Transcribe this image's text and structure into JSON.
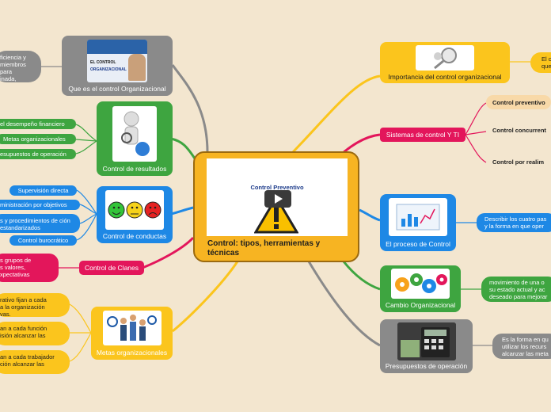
{
  "center": {
    "title": "Control: tipos, herramientas y técnicas",
    "video_title": "Control Preventivo"
  },
  "colors": {
    "background": "#f3e6cf",
    "center": "#f7b422",
    "gray": "#8a8a8a",
    "green": "#3ea540",
    "blue": "#1e88e5",
    "crimson": "#e3165b",
    "yellow": "#fbc51d",
    "peach": "#f8d9a8"
  },
  "left": {
    "que_es": {
      "label": "Que es el control Organizacional",
      "image_text": [
        "EL CONTROL",
        "ORGANIZACIONAL"
      ],
      "leaf": [
        "ficiencia y",
        "miembros",
        "para",
        "inada,"
      ]
    },
    "resultados": {
      "label": "Control de resultados",
      "leaves": [
        "el desempeño financiero",
        "Metas organizacionales",
        "esupuestos de operación"
      ]
    },
    "conductas": {
      "label": "Control de conductas",
      "leaves": [
        "Supervisión directa",
        "ministración por objetivos",
        "s y procedimientos de ción estandarizados",
        "Control burocrático"
      ]
    },
    "clanes": {
      "label": "Control de Clanes",
      "leaf": [
        "s  grupos de",
        "s valores,",
        "xpectativas"
      ]
    },
    "metas": {
      "label": "Metas organizacionales",
      "leaves": [
        [
          "rativo fijan a cada",
          "a la organización",
          "vas."
        ],
        [
          "an a cada función",
          "isión alcanzar las"
        ],
        [
          "an a cada trabajador",
          "ción alcanzar las"
        ]
      ]
    }
  },
  "right": {
    "importancia": {
      "label": "Importancia del control organizacional",
      "leaf": [
        "El c",
        "que"
      ]
    },
    "sistemas": {
      "label": "Sistemas de control Y TI",
      "leaves": [
        "Control preventivo",
        "Control concurrent",
        "Control por realim"
      ]
    },
    "proceso": {
      "label": "El proceso de Control",
      "leaf": [
        "Describir los cuatro pas",
        "y la forma en que oper"
      ]
    },
    "cambio": {
      "label": "Cambio Organizacional",
      "leaf": [
        "movimiento de una o",
        "su estado actual y ac",
        "deseado para mejorar"
      ]
    },
    "presupuestos": {
      "label": "Presupuestos de operación",
      "leaf": [
        "Es la forma en qu",
        "utilizar los recurs",
        "alcanzar las meta"
      ]
    }
  }
}
